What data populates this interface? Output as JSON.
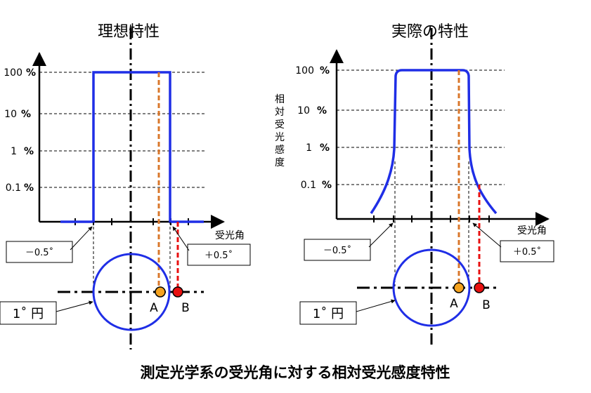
{
  "diagram": {
    "caption": "測定光学系の受光角に対する相対受光感度特性",
    "colors": {
      "curve": "#1f2ee6",
      "point_a": "#f5a31f",
      "line_a": "#d9772b",
      "point_b": "#e81010",
      "line_b": "#e81010"
    },
    "left_panel": {
      "title": "理想特性",
      "y_ticks": [
        {
          "num": "100",
          "unit": "%"
        },
        {
          "num": "10",
          "unit": "%"
        },
        {
          "num": "1",
          "unit": "%"
        },
        {
          "num": "0.1",
          "unit": "%"
        }
      ],
      "x_axis_label": "受光角",
      "callout_left": "－0.5˚",
      "callout_right": "＋0.5˚",
      "circle_label": "1˚ 円",
      "point_a_label": "A",
      "point_b_label": "B"
    },
    "right_panel": {
      "title": "実際の特性",
      "y_axis_label": "相対受光感度",
      "y_ticks": [
        {
          "num": "100",
          "unit": "%"
        },
        {
          "num": "10",
          "unit": "%"
        },
        {
          "num": "1",
          "unit": "%"
        },
        {
          "num": "0.1",
          "unit": "%"
        }
      ],
      "x_axis_label": "受光角",
      "callout_left": "－0.5˚",
      "callout_right": "＋0.5˚",
      "circle_label": "1˚ 円",
      "point_a_label": "A",
      "point_b_label": "B"
    }
  }
}
